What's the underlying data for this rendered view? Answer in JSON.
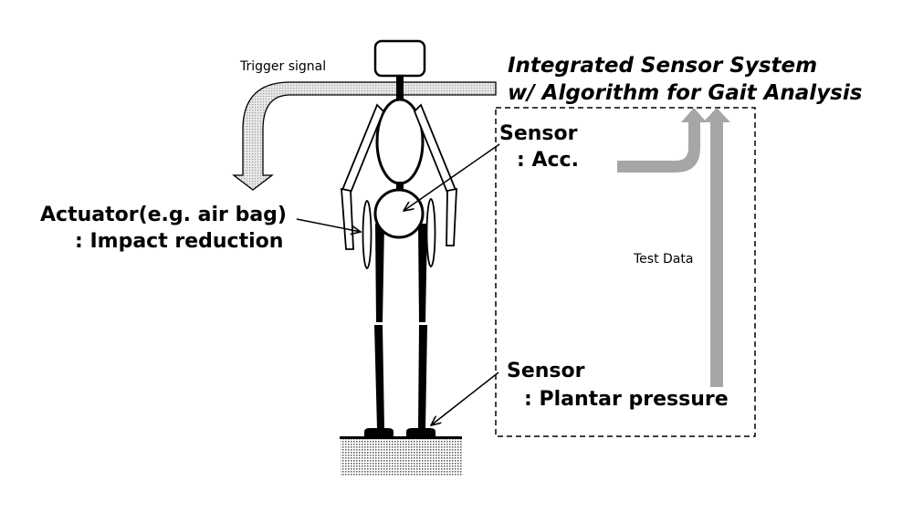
{
  "title": {
    "line1": "Integrated Sensor System",
    "line2": "w/ Algorithm for Gait Analysis"
  },
  "arrows": {
    "trigger_label": "Trigger signal",
    "test_data_label": "Test Data"
  },
  "labels": {
    "actuator_line1": "Actuator(e.g. air bag)",
    "actuator_line2": ": Impact reduction",
    "sensor_acc_line1": "Sensor",
    "sensor_acc_line2": ": Acc.",
    "sensor_plantar_line1": "Sensor",
    "sensor_plantar_line2": ": Plantar pressure"
  },
  "colors": {
    "data_arrow": "#a6a6a6",
    "trigger_arrow_fill": "#d9d9d9",
    "outline": "#000000"
  }
}
